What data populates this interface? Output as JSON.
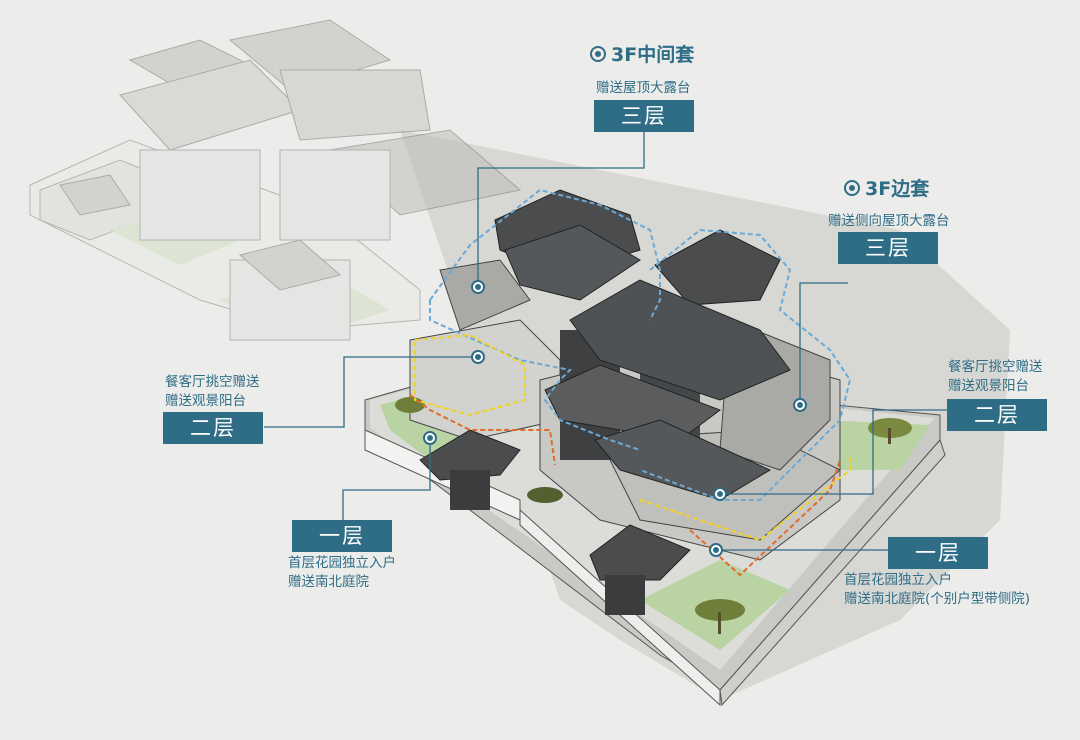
{
  "groups": [
    {
      "heading": "3F中间套",
      "floors": [
        {
          "badge": "三层",
          "caption": [
            "赠送屋顶大露台"
          ]
        }
      ]
    },
    {
      "heading": "3F边套",
      "floors": [
        {
          "badge": "三层",
          "caption": [
            "赠送侧向屋顶大露台"
          ]
        }
      ]
    }
  ],
  "left_labels": [
    {
      "badge": "二层",
      "caption": [
        "餐客厅挑空赠送",
        "赠送观景阳台"
      ]
    },
    {
      "badge": "一层",
      "caption": [
        "首层花园独立入户",
        "赠送南北庭院"
      ]
    }
  ],
  "right_labels": [
    {
      "badge": "二层",
      "caption": [
        "餐客厅挑空赠送",
        "赠送观景阳台"
      ]
    },
    {
      "badge": "一层",
      "caption": [
        "首层花园独立入户",
        "赠送南北庭院(个别户型带侧院)"
      ]
    }
  ],
  "colors": {
    "accent": "#2f6d87",
    "roof": "#4a4c4e",
    "wall": "#d9d9d6",
    "garden": "#b9d3a3",
    "outline_blue": "#6aa9d6",
    "outline_yellow": "#f2d322",
    "outline_orange": "#e36a2a"
  },
  "icons": [
    "target-icon",
    "leader-dot-icon",
    "tree-icon"
  ]
}
